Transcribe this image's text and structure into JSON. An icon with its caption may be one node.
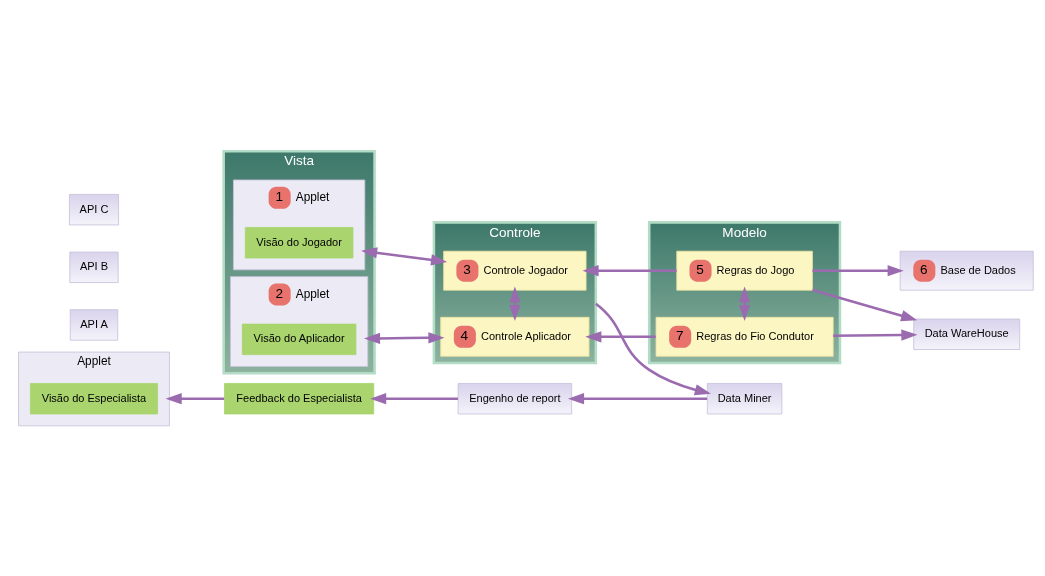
{
  "diagram": {
    "nodes": [
      {
        "text": [
          "Vista"
        ]
      },
      {
        "text": [
          "1",
          "Applet"
        ],
        "in": 0
      },
      {
        "text": [
          "Visão do Jogador"
        ],
        "in": 1
      },
      {
        "text": [
          "2",
          "Applet"
        ],
        "in": 0
      },
      {
        "text": [
          "Visão do Aplicador"
        ],
        "in": 3
      },
      {
        "text": [
          "API A"
        ]
      },
      {
        "text": [
          "API B"
        ]
      },
      {
        "text": [
          "Controle"
        ]
      },
      {
        "text": [
          "3",
          "Controle Jogador"
        ],
        "in": 7
      },
      {
        "text": [
          "4",
          "Controle Aplicador"
        ],
        "in": 7
      },
      {
        "text": [
          "Modelo"
        ]
      },
      {
        "text": [
          "5",
          "Regras do Jogo"
        ],
        "in": 10
      },
      {
        "text": [
          "7",
          "Regras do Fio Condutor"
        ],
        "in": 10
      },
      {
        "text": [
          "6",
          "Base de Dados"
        ]
      },
      {
        "text": [
          "Data WareHouse"
        ]
      },
      {
        "text": [
          "Data Miner"
        ]
      },
      {
        "text": [
          "Engenho de report"
        ]
      },
      {
        "text": [
          "Feedback do Especialista"
        ]
      },
      {
        "text": [
          "API C"
        ]
      },
      {
        "text": [
          "Applet"
        ]
      },
      {
        "text": [
          "Visão do Especialista"
        ],
        "in": 19
      }
    ],
    "edges": [
      {
        "from": 1,
        "to": 8,
        "arrow": "both"
      },
      {
        "from": 3,
        "to": 9,
        "arrow": "both"
      },
      {
        "from": 8,
        "to": 9,
        "arrow": "both"
      },
      {
        "from": 11,
        "to": 8,
        "arrow": "to"
      },
      {
        "from": 12,
        "to": 9,
        "arrow": "to"
      },
      {
        "from": 11,
        "to": 12,
        "arrow": "both"
      },
      {
        "from": 11,
        "to": 13,
        "arrow": "to"
      },
      {
        "from": 11,
        "to": 14,
        "arrow": "to"
      },
      {
        "from": 12,
        "to": 14,
        "arrow": "to"
      },
      {
        "from": 7,
        "to": 15,
        "arrow": "to"
      },
      {
        "from": 15,
        "to": 16,
        "arrow": "to"
      },
      {
        "from": 16,
        "to": 17,
        "arrow": "to"
      },
      {
        "from": 17,
        "to": 19,
        "arrow": "to"
      }
    ]
  }
}
